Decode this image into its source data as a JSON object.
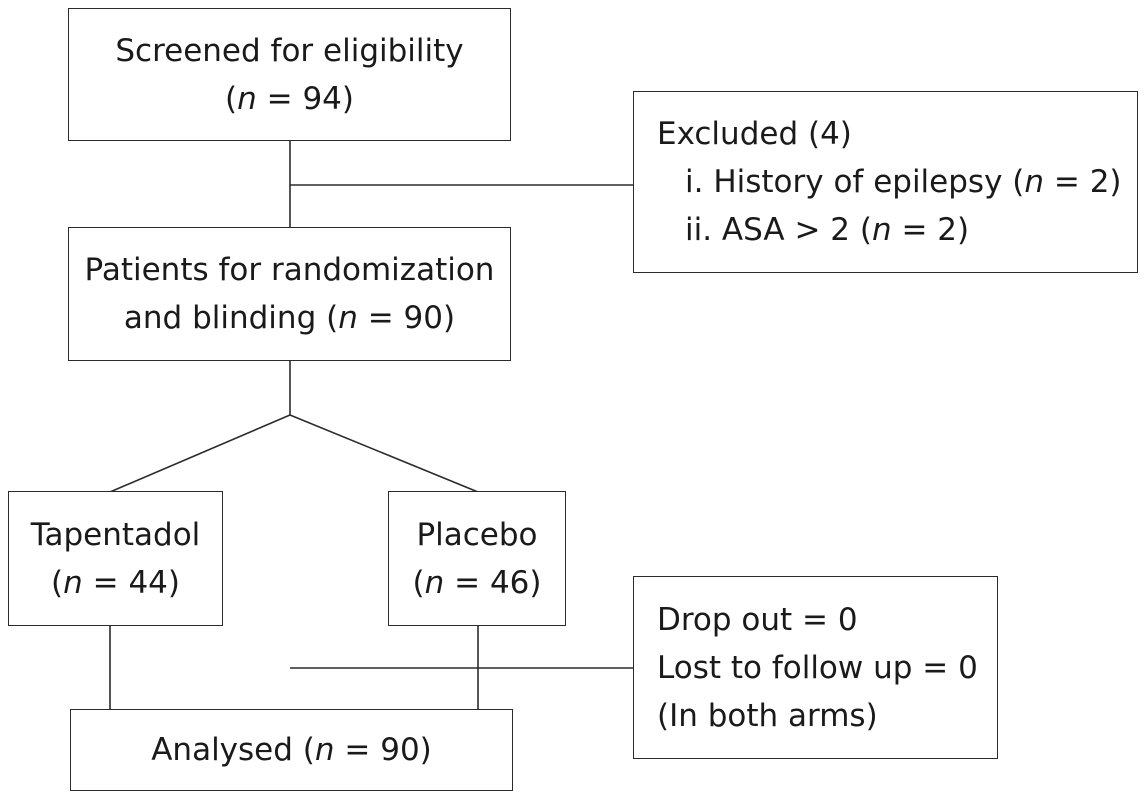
{
  "screened": {
    "line1": "Screened for eligibility",
    "line2_prefix": "(",
    "n_var": "n",
    "line2_suffix": " = 94)"
  },
  "excluded": {
    "title": "Excluded (4)",
    "item1_prefix": "i. History of epilepsy (",
    "item1_var": "n",
    "item1_suffix": " = 2)",
    "item2_prefix": "ii. ASA > 2 (",
    "item2_var": "n",
    "item2_suffix": " = 2)"
  },
  "randomization": {
    "line1": "Patients for randomization",
    "line2_prefix": "and blinding (",
    "n_var": "n",
    "line2_suffix": " = 90)"
  },
  "tapentadol": {
    "line1": "Tapentadol",
    "line2_prefix": "(",
    "n_var": "n",
    "line2_suffix": " = 44)"
  },
  "placebo": {
    "line1": "Placebo",
    "line2_prefix": "(",
    "n_var": "n",
    "line2_suffix": " = 46)"
  },
  "dropout": {
    "line1": "Drop out = 0",
    "line2": "Lost to follow up = 0",
    "line3": "(In both arms)"
  },
  "analysed": {
    "prefix": "Analysed (",
    "n_var": "n",
    "suffix": " = 90)"
  }
}
